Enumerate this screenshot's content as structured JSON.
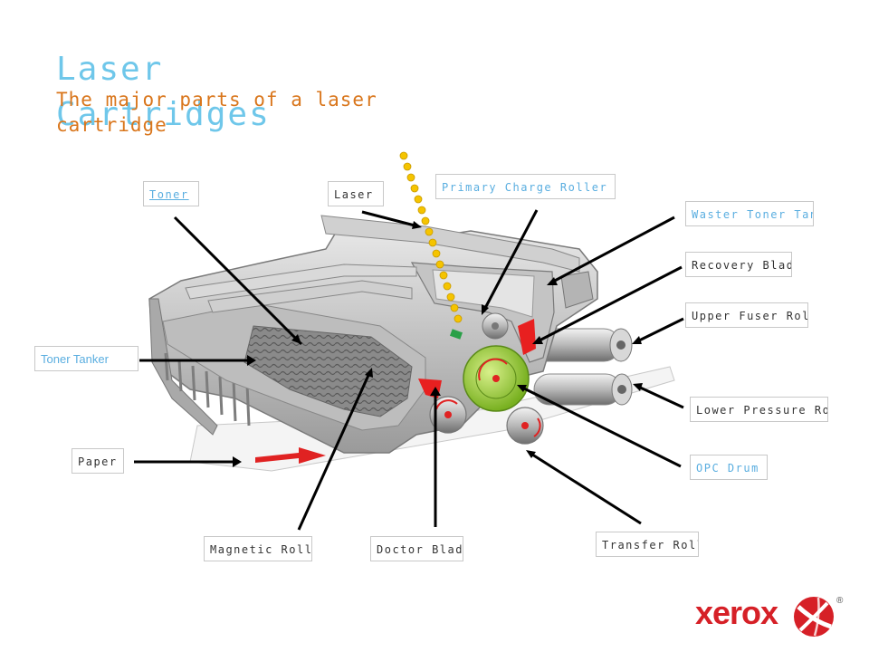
{
  "slide": {
    "title": "Laser Cartridges",
    "subtitle": "The major parts of a laser cartridge"
  },
  "labels": {
    "toner": "Toner",
    "laser": "Laser",
    "pcr": "Primary Charge Roller (PCR)",
    "waste_toner_tank": "Waster Toner Tank",
    "recovery_blade": "Recovery Blade",
    "upper_fuser_roller": "Upper Fuser Roller",
    "toner_tanker": "Toner Tanker",
    "lower_pressure_roller": "Lower Pressure Roller",
    "paper": "Paper",
    "opc_drum": "OPC Drum",
    "transfer_roller": "Transfer Roller",
    "magnetic_roller": "Magnetic Roller",
    "doctor_blade": "Doctor Blade"
  },
  "logo": {
    "wordmark": "xerox",
    "registered": "®"
  },
  "colors": {
    "title": "#6fc7ea",
    "subtitle": "#d9761c",
    "brand": "#d62027",
    "drum": "#9fd13a",
    "blade": "#e82020",
    "laser_dot": "#f5c400"
  }
}
